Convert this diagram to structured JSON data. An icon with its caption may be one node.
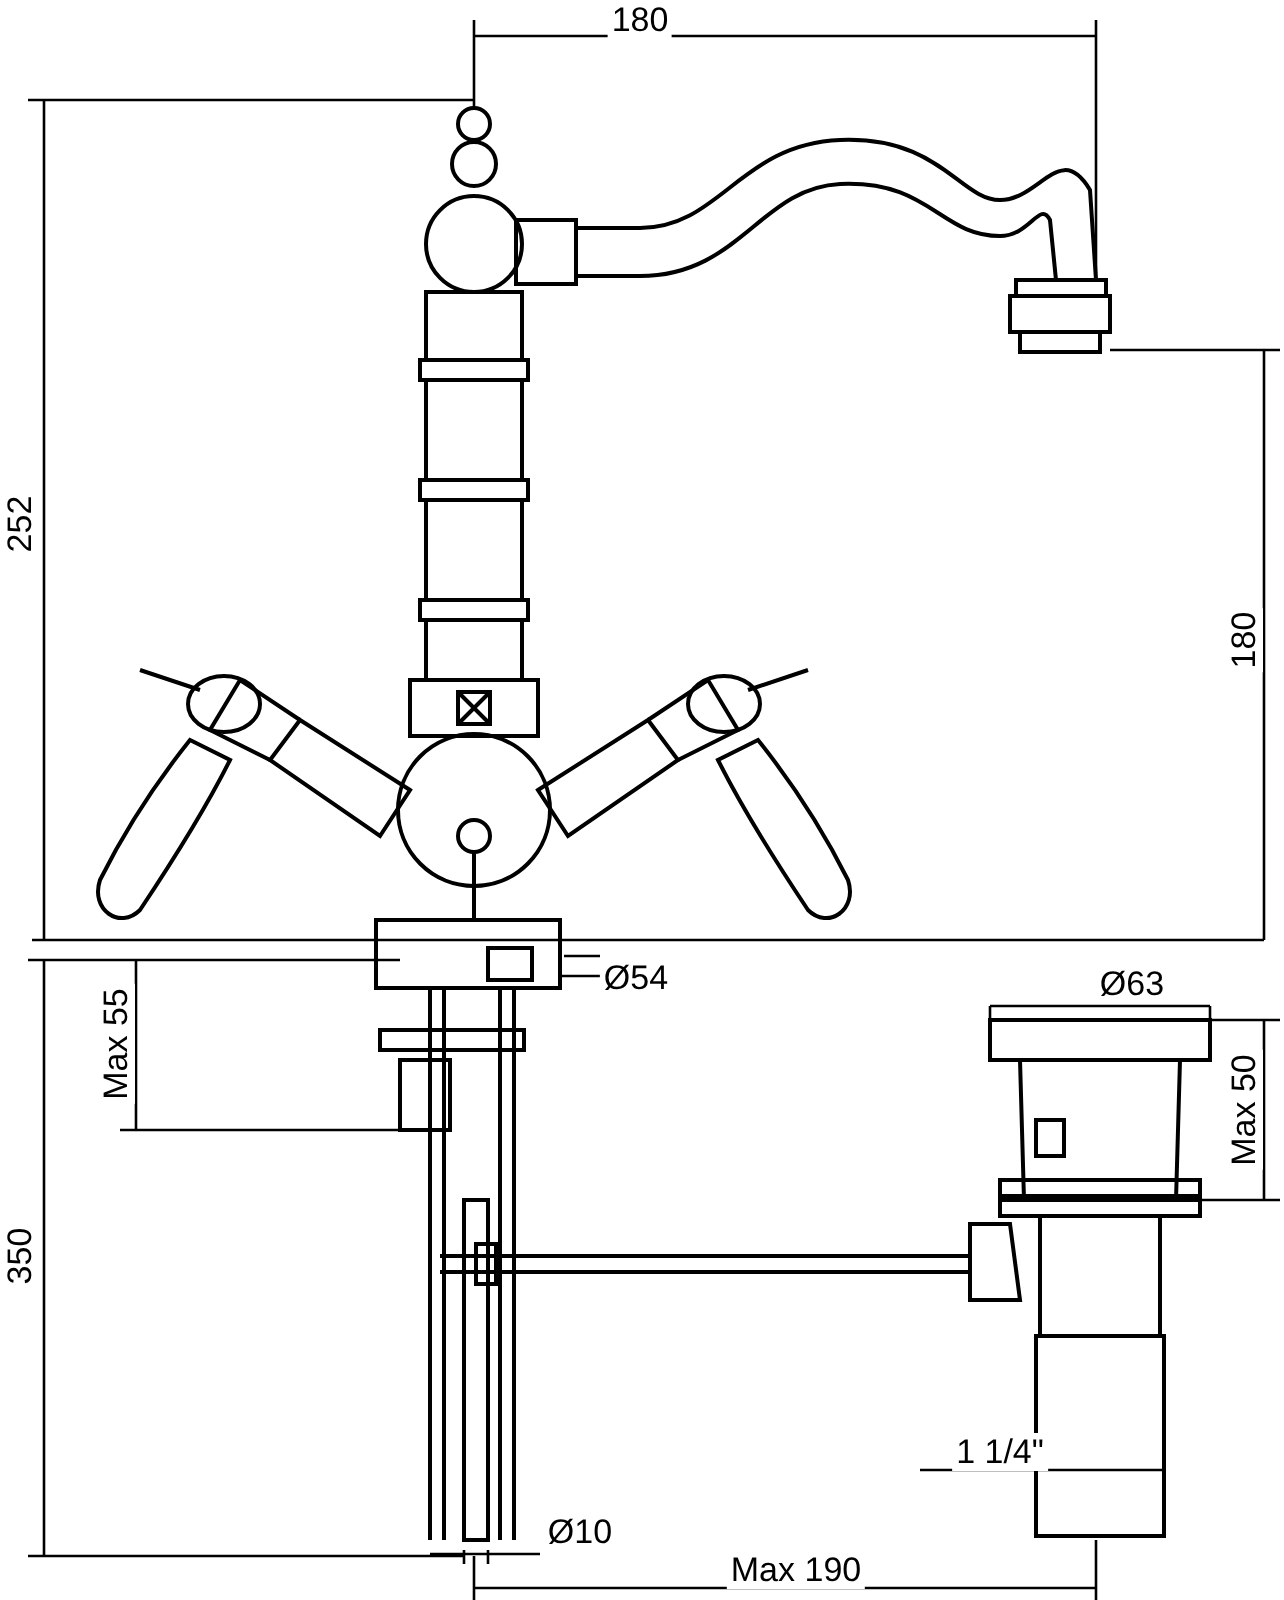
{
  "diagram": {
    "labels": [
      "180",
      "252",
      "180",
      "Max 55",
      "Ø54",
      "350",
      "Ø63",
      "Max 50",
      "1 1/4\"",
      "Ø10",
      "Max 190"
    ]
  }
}
